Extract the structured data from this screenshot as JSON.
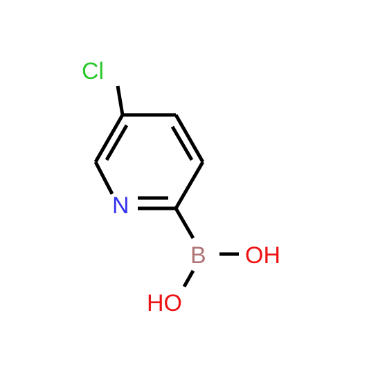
{
  "molecule": {
    "atoms": {
      "cl": {
        "label": "Cl",
        "color": "#2bc92b"
      },
      "n": {
        "label": "N",
        "color": "#3333ee"
      },
      "b": {
        "label": "B",
        "color": "#b07575"
      },
      "oh_right": {
        "label": "OH",
        "color": "#ee1111"
      },
      "oh_bottom": {
        "label": "HO",
        "color": "#ee1111"
      }
    },
    "bond_color": "#000000"
  }
}
